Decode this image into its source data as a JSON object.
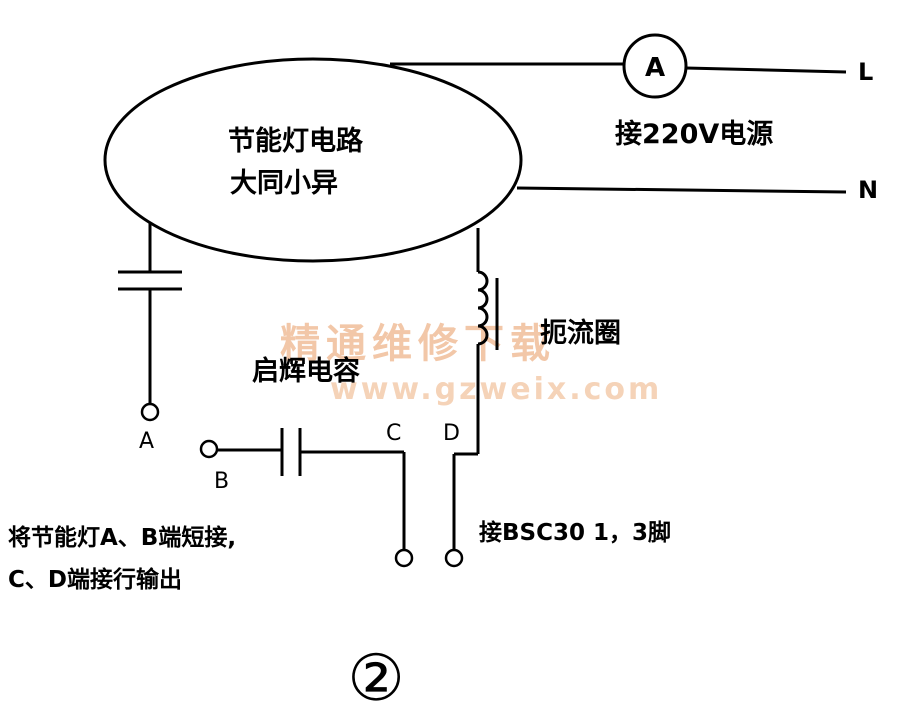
{
  "lamp_circuit": {
    "line1": "节能灯电路",
    "line2": "大同小异"
  },
  "ammeter_symbol": "A",
  "phase_label": "L",
  "neutral_label": "N",
  "power_label": "接220V电源",
  "choke_label": "扼流圈",
  "starter_capacitor_label": "启辉电容",
  "pins": {
    "a": "A",
    "b": "B",
    "c": "C",
    "d": "D"
  },
  "note_left": {
    "line1": "将节能灯A、B端短接,",
    "line2": "C、D端接行输出"
  },
  "note_right": "接BSC30 1，3脚",
  "figure_number": "②",
  "watermark": {
    "line1": "精通维修下载",
    "line2": "www.gzweix.com"
  }
}
